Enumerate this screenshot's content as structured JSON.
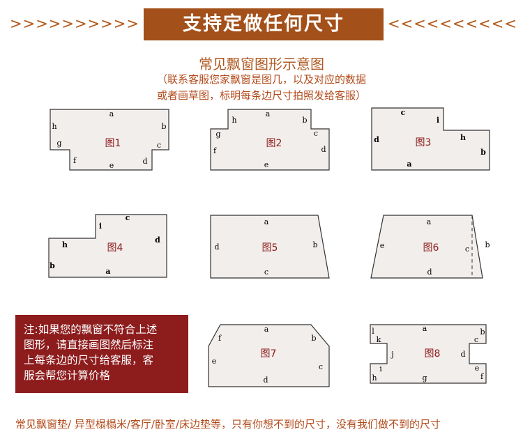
{
  "header": {
    "left_arrows": ">>>>>>>>>>",
    "right_arrows": "<<<<<<<<<<",
    "title": "支持定做任何尺寸"
  },
  "subtitle": "常见飘窗图形示意图",
  "instructions": {
    "line1": "（联系客服您家飘窗是图几，以及对应的数据",
    "line2": "或者画草图，标明每条边尺寸拍照发给客服）"
  },
  "figures": [
    {
      "name": "图1",
      "edges": [
        "a",
        "b",
        "c",
        "d",
        "e",
        "f",
        "g",
        "h"
      ]
    },
    {
      "name": "图2",
      "edges": [
        "a",
        "b",
        "c",
        "d",
        "e",
        "f",
        "g",
        "h"
      ]
    },
    {
      "name": "图3",
      "edges": [
        "a",
        "b",
        "c",
        "d",
        "h",
        "i"
      ]
    },
    {
      "name": "图4",
      "edges": [
        "a",
        "b",
        "c",
        "d",
        "h",
        "i"
      ]
    },
    {
      "name": "图5",
      "edges": [
        "a",
        "b",
        "c",
        "d"
      ]
    },
    {
      "name": "图6",
      "edges": [
        "a",
        "b",
        "c",
        "d",
        "e"
      ]
    },
    {
      "name": "图7",
      "edges": [
        "a",
        "b",
        "c",
        "d",
        "e",
        "f"
      ]
    },
    {
      "name": "图8",
      "edges": [
        "a",
        "b",
        "c",
        "d",
        "e",
        "f",
        "g",
        "h",
        "i",
        "j",
        "k",
        "l"
      ]
    }
  ],
  "notice": {
    "line1": "注:如果您的飘窗不符合上述",
    "line2": "图形，请直接画图然后标注",
    "line3": "上每条边的尺寸给客服，客",
    "line4": "服会帮您计算价格"
  },
  "footer": "常见飘窗垫/ 异型榻榻米/客厅/卧室/床边垫等，只有你想不到的尺寸，没有我们做不到的尺寸",
  "colors": {
    "banner_bg": "#a3501a",
    "accent_text": "#b05820",
    "figure_label": "#8b1a1a",
    "shape_fill": "#f2eeeb",
    "notice_bg": "#8d1c1d"
  }
}
